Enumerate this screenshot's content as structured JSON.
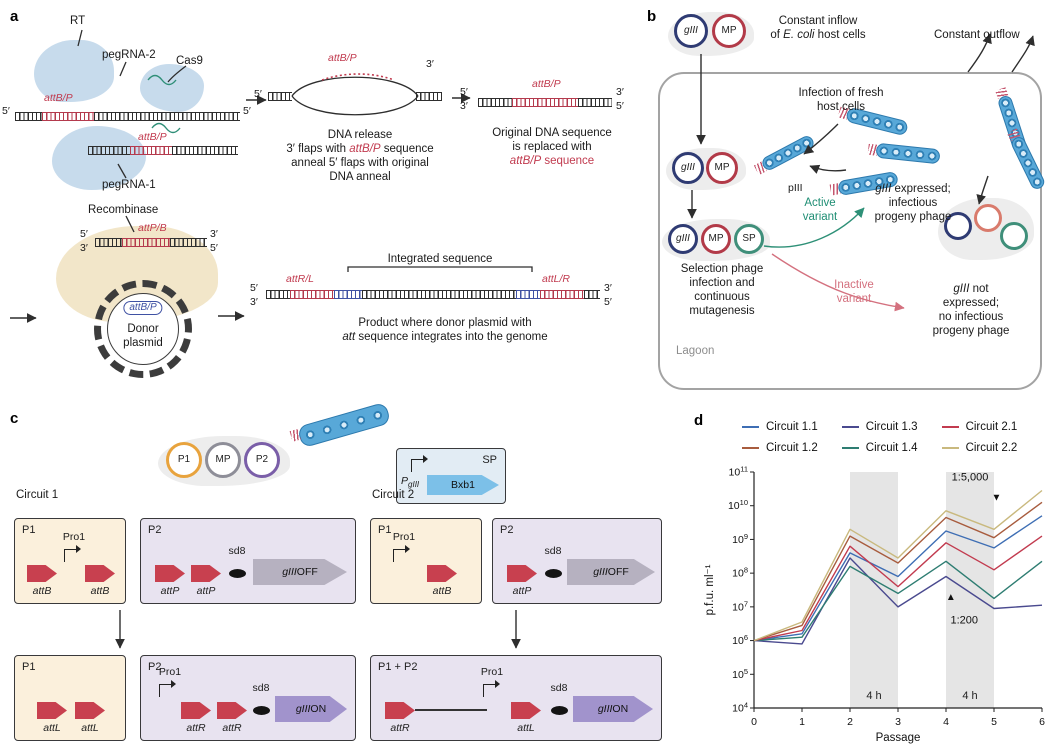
{
  "panel_a": {
    "label": "a",
    "rt": "RT",
    "pegrna2": "pegRNA-2",
    "cas9": "Cas9",
    "pegrna1": "pegRNA-1",
    "attbp": "attB/P",
    "attpb": "attP/B",
    "five_prime": "5′",
    "three_prime": "3′",
    "cap1_l1": "DNA release",
    "cap1_l2a": "3′ flaps with ",
    "cap1_l2c": " sequence",
    "cap1_l3": "anneal 5′ flaps with original",
    "cap1_l4": "DNA anneal",
    "cap2_l1": "Original DNA sequence",
    "cap2_l2": "is replaced with",
    "cap2_l3b": " sequence",
    "recombinase": "Recombinase",
    "donor": "Donor\nplasmid",
    "attrl": "attR/L",
    "attlr": "attL/R",
    "integrated": "Integrated sequence",
    "cap3_l1": "Product where donor plasmid with",
    "cap3_l2a": "att",
    "cap3_l2b": " sequence integrates into the genome"
  },
  "panel_b": {
    "label": "b",
    "giii": "gIII",
    "mp": "MP",
    "sp": "SP",
    "inflow_l1": "Constant inflow",
    "inflow_l2a": "of ",
    "inflow_l2b": "E. coli",
    "inflow_l2c": " host cells",
    "outflow": "Constant outflow",
    "infection": "Infection of fresh\nhost cells",
    "piii": "pIII",
    "active": "Active\nvariant",
    "expressed_rest": " expressed;\ninfectious\nprogeny phage",
    "selection": "Selection phage\ninfection and\ncontinuous\nmutagenesis",
    "inactive": "Inactive\nvariant",
    "notexp_rest": " not\nexpressed;\nno infectious\nprogeny phage",
    "lagoon": "Lagoon"
  },
  "panel_c": {
    "label": "c",
    "p1": "P1",
    "mp": "MP",
    "p2": "P2",
    "sp": "SP",
    "p1p2": "P1 + P2",
    "pgiii_base": "P",
    "pgiii_sub": "gIII",
    "bxb1": "Bxb1",
    "circuit1": "Circuit 1",
    "circuit2": "Circuit 2",
    "pro1": "Pro1",
    "attb": "attB",
    "attp": "attP",
    "attr": "attR",
    "attl": "attL",
    "sd8": "sd8",
    "giii": "gIII",
    "off": " OFF",
    "on": " ON"
  },
  "panel_d": {
    "label": "d"
  },
  "chart_data": {
    "type": "line",
    "xlabel": "Passage",
    "ylabel": "p.f.u. ml⁻¹",
    "x": [
      0,
      1,
      2,
      3,
      4,
      5,
      6
    ],
    "y_scale": "log10",
    "y_exp_range": [
      4,
      11
    ],
    "series": [
      {
        "name": "Circuit 1.1",
        "color": "#3e6eb4",
        "log_values": [
          6.0,
          6.2,
          8.6,
          7.9,
          9.25,
          8.75,
          9.7
        ]
      },
      {
        "name": "Circuit 1.2",
        "color": "#a85c3e",
        "log_values": [
          6.0,
          6.45,
          9.1,
          8.3,
          9.65,
          9.05,
          10.1
        ]
      },
      {
        "name": "Circuit 1.3",
        "color": "#4a4a8f",
        "log_values": [
          6.0,
          5.9,
          8.45,
          7.0,
          7.9,
          6.95,
          7.05
        ]
      },
      {
        "name": "Circuit 1.4",
        "color": "#2e7d72",
        "log_values": [
          6.0,
          6.1,
          8.2,
          7.4,
          8.35,
          7.25,
          8.35
        ]
      },
      {
        "name": "Circuit 2.1",
        "color": "#c23b4f",
        "log_values": [
          6.0,
          6.3,
          8.8,
          7.6,
          8.9,
          8.1,
          9.1
        ]
      },
      {
        "name": "Circuit 2.2",
        "color": "#c9b97e",
        "log_values": [
          6.0,
          6.55,
          9.3,
          8.45,
          9.85,
          9.3,
          10.45
        ]
      }
    ],
    "legend_order": [
      0,
      2,
      4,
      1,
      3,
      5
    ],
    "shaded_bands": {
      "ranges": [
        [
          2,
          3
        ],
        [
          4,
          5
        ]
      ],
      "label": "4 h"
    },
    "annotations": [
      {
        "label": "1:5,000",
        "label_x": 4.5,
        "label_logy": 10.75,
        "marker": "▼",
        "marker_x": 5.05,
        "marker_logy": 10.15
      },
      {
        "label": "1:200",
        "label_x": 4.38,
        "label_logy": 6.5,
        "marker": "▲",
        "marker_x": 4.1,
        "marker_logy": 7.2
      }
    ]
  }
}
